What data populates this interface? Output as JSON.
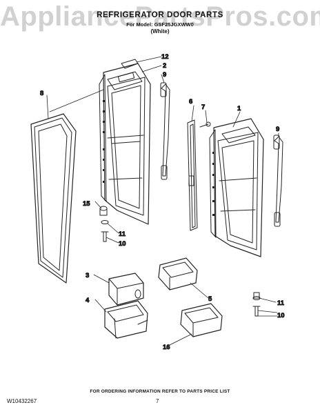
{
  "watermark": "AppliancePartsPros.com",
  "header": {
    "title": "REFRIGERATOR DOOR PARTS",
    "subtitle": "For Model: GSF25JGXWW0",
    "variant": "(White)"
  },
  "callouts": [
    "12",
    "2",
    "9",
    "8",
    "6",
    "7",
    "1",
    "9",
    "15",
    "11",
    "10",
    "3",
    "5",
    "4",
    "11",
    "10",
    "16"
  ],
  "footer": {
    "ordering_info": "FOR ORDERING INFORMATION REFER TO PARTS PRICE LIST",
    "doc_number": "W10432267",
    "page_number": "7"
  }
}
